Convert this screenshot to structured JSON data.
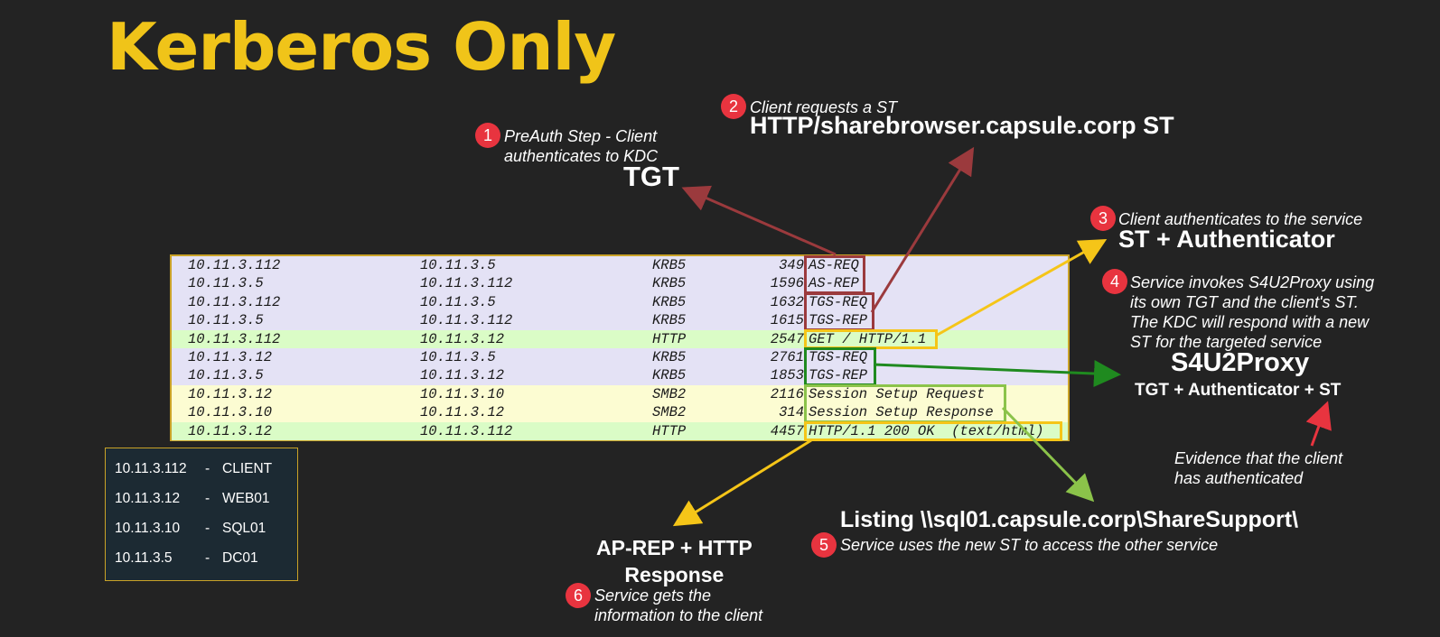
{
  "title": "Kerberos Only",
  "packets": [
    {
      "src": "10.11.3.112",
      "dst": "10.11.3.5",
      "proto": "KRB5",
      "len": "349",
      "info": "AS-REQ",
      "kind": "krb"
    },
    {
      "src": "10.11.3.5",
      "dst": "10.11.3.112",
      "proto": "KRB5",
      "len": "1596",
      "info": "AS-REP",
      "kind": "krb"
    },
    {
      "src": "10.11.3.112",
      "dst": "10.11.3.5",
      "proto": "KRB5",
      "len": "1632",
      "info": "TGS-REQ",
      "kind": "krb"
    },
    {
      "src": "10.11.3.5",
      "dst": "10.11.3.112",
      "proto": "KRB5",
      "len": "1615",
      "info": "TGS-REP",
      "kind": "krb"
    },
    {
      "src": "10.11.3.112",
      "dst": "10.11.3.12",
      "proto": "HTTP",
      "len": "2547",
      "info": "GET / HTTP/1.1",
      "kind": "http"
    },
    {
      "src": "10.11.3.12",
      "dst": "10.11.3.5",
      "proto": "KRB5",
      "len": "2761",
      "info": "TGS-REQ",
      "kind": "krb"
    },
    {
      "src": "10.11.3.5",
      "dst": "10.11.3.12",
      "proto": "KRB5",
      "len": "1853",
      "info": "TGS-REP",
      "kind": "krb"
    },
    {
      "src": "10.11.3.12",
      "dst": "10.11.3.10",
      "proto": "SMB2",
      "len": "2116",
      "info": "Session Setup Request",
      "kind": "smb"
    },
    {
      "src": "10.11.3.10",
      "dst": "10.11.3.12",
      "proto": "SMB2",
      "len": "314",
      "info": "Session Setup Response",
      "kind": "smb"
    },
    {
      "src": "10.11.3.12",
      "dst": "10.11.3.112",
      "proto": "HTTP",
      "len": "4457",
      "info": "HTTP/1.1 200 OK  (text/html)",
      "kind": "http"
    }
  ],
  "legend": [
    {
      "ip": "10.11.3.112",
      "sep": "-",
      "name": "CLIENT"
    },
    {
      "ip": "10.11.3.12",
      "sep": "-",
      "name": "WEB01"
    },
    {
      "ip": "10.11.3.10",
      "sep": "-",
      "name": "SQL01"
    },
    {
      "ip": "10.11.3.5",
      "sep": "-",
      "name": "DC01"
    }
  ],
  "steps": {
    "s1": {
      "num": "1",
      "note": "PreAuth Step - Client\nauthenticates to KDC",
      "big": "TGT"
    },
    "s2": {
      "num": "2",
      "note": "Client requests a ST",
      "big": "HTTP/sharebrowser.capsule.corp ST"
    },
    "s3": {
      "num": "3",
      "note": "Client authenticates to the service",
      "big": "ST + Authenticator"
    },
    "s4": {
      "num": "4",
      "note": "Service invokes S4U2Proxy using\nits own TGT and the client's ST.\nThe KDC will respond with a new\nST for the targeted service",
      "big": "S4U2Proxy",
      "sub": "TGT + Authenticator + ST"
    },
    "s4evidence": "Evidence that the client\nhas authenticated",
    "s5": {
      "num": "5",
      "big": "Listing \\\\sql01.capsule.corp\\ShareSupport\\",
      "note": "Service uses the new ST to access the other service"
    },
    "s6": {
      "num": "6",
      "big": "AP-REP + HTTP\nResponse",
      "note": "Service gets the\ninformation to the client"
    }
  },
  "colors": {
    "title": "#f0c419",
    "maroon": "#9b3a3d",
    "yellow": "#f5c518",
    "green": "#1f8a1f",
    "lime": "#8bc34a",
    "red": "#e8343f"
  }
}
